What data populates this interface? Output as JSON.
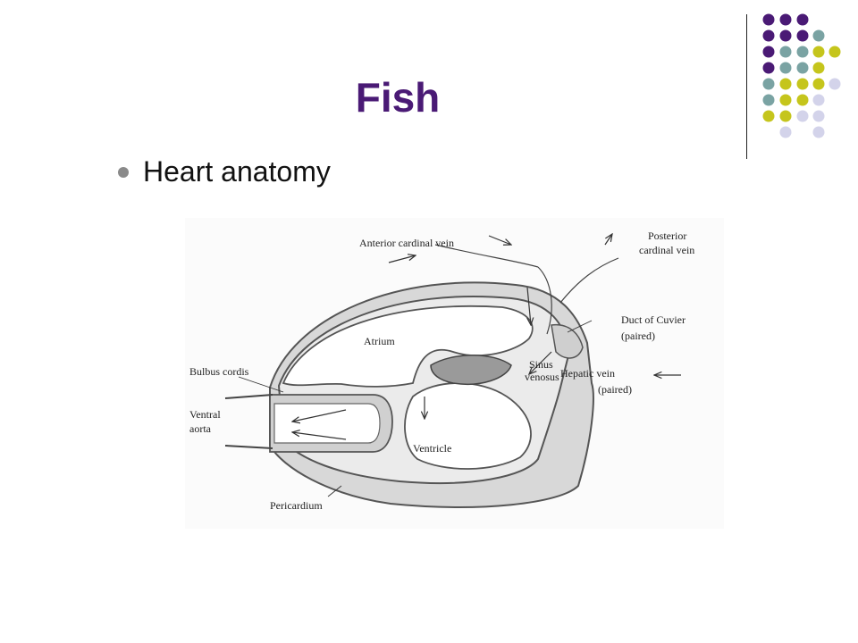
{
  "slide": {
    "title": "Fish",
    "bullets": [
      "Heart anatomy"
    ]
  },
  "theme": {
    "title_color": "#4a1a75",
    "dot_colors": [
      "#4a1a75",
      "#7aa3a3",
      "#c5c51c",
      "#d3d3ea"
    ]
  },
  "diagram": {
    "labels": {
      "anterior_cardinal_vein": "Anterior cardinal vein",
      "posterior": "Posterior",
      "cardinal_vein": "cardinal vein",
      "duct_of_cuvier": "Duct of Cuvier",
      "duct_paired": "(paired)",
      "atrium": "Atrium",
      "sinus": "Sinus",
      "venosus": "venosus",
      "hepatic_vein": "Hepatic vein",
      "hepatic_paired": "(paired)",
      "bulbus_cordis": "Bulbus cordis",
      "ventral": "Ventral",
      "aorta": "aorta",
      "ventricle": "Ventricle",
      "pericardium": "Pericardium"
    }
  }
}
